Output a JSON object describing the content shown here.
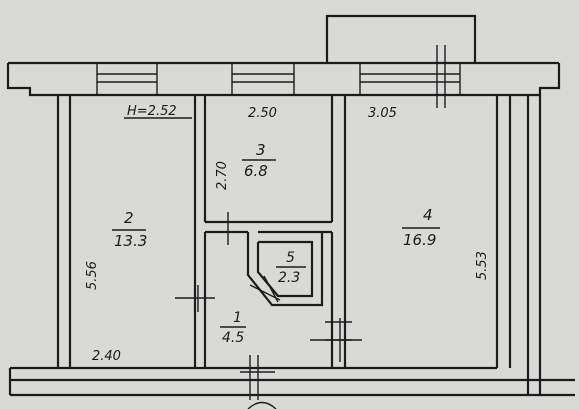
{
  "plan": {
    "ceiling_height": "H=2.52",
    "rooms": [
      {
        "number": "1",
        "area": "4.5"
      },
      {
        "number": "2",
        "area": "13.3"
      },
      {
        "number": "3",
        "area": "6.8"
      },
      {
        "number": "4",
        "area": "16.9"
      },
      {
        "number": "5",
        "area": "2.3"
      }
    ],
    "dimensions": {
      "room2_width": "2.40",
      "room2_length": "5.56",
      "room3_width": "2.50",
      "room3_length": "2.70",
      "room4_width": "3.05",
      "room4_length": "5.53"
    }
  }
}
